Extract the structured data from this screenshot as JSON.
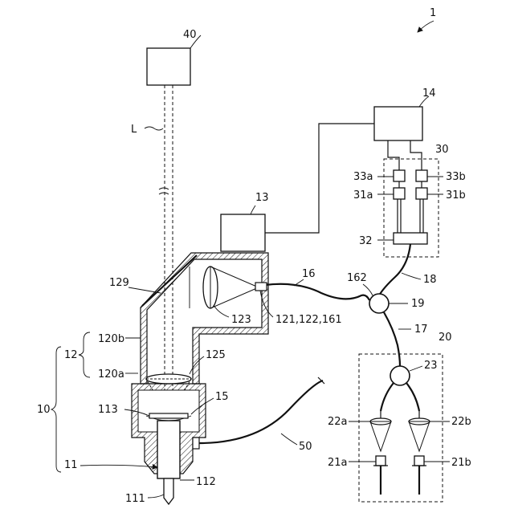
{
  "figure": {
    "labels": {
      "system": "1",
      "light_source": "40",
      "beam": "L",
      "controller": "14",
      "unit30": "30",
      "l33a": "33a",
      "l33b": "33b",
      "l31a": "31a",
      "l31b": "31b",
      "l32": "32",
      "l13": "13",
      "l16": "16",
      "l162": "162",
      "l18": "18",
      "l19": "19",
      "l129": "129",
      "l123": "123",
      "l121": "121,122,161",
      "l120b": "120b",
      "l12": "12",
      "l120a": "120a",
      "l125": "125",
      "l17": "17",
      "l20": "20",
      "l23": "23",
      "l113": "113",
      "l15": "15",
      "l10": "10",
      "l22a": "22a",
      "l22b": "22b",
      "l50": "50",
      "l21a": "21a",
      "l21b": "21b",
      "l11": "11",
      "l112": "112",
      "l111": "111"
    }
  }
}
